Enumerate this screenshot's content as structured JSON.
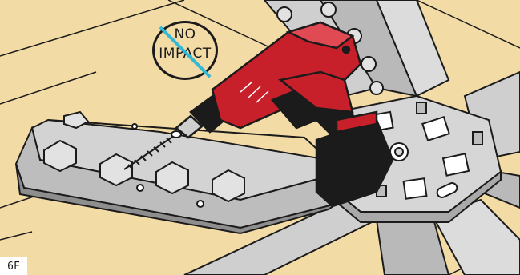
{
  "badge": {
    "line1": "NO",
    "line2": "IMPACT",
    "slash_color": "#33b8d6"
  },
  "step": {
    "label": "6F"
  },
  "colors": {
    "background": "#f3dba6",
    "metal": "#cfcfcf",
    "drill_body": "#c8202a",
    "drill_grip": "#1b1b1b"
  }
}
